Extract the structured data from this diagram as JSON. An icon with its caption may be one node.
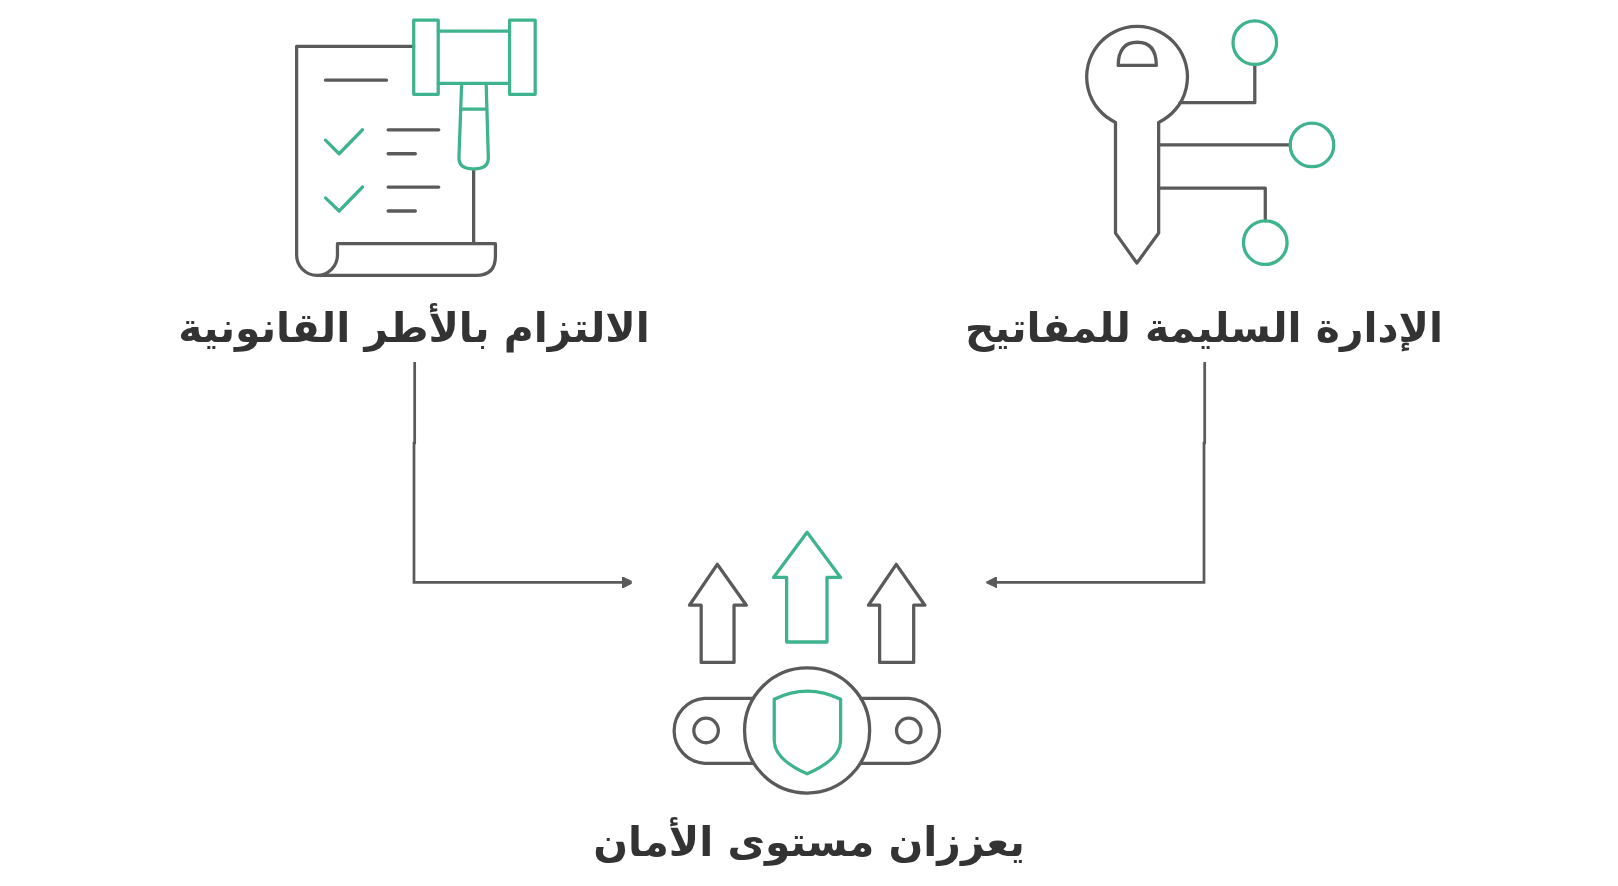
{
  "diagram": {
    "nodes": [
      {
        "text": [
          "الالتزام بالأطر القانونية"
        ]
      },
      {
        "text": [
          "الإدارة السليمة للمفاتيح"
        ]
      },
      {
        "text": [
          "يعززان مستوى الأمان"
        ]
      }
    ],
    "edges": [
      {
        "from": 0,
        "to": 2,
        "arrow": "to"
      },
      {
        "from": 1,
        "to": 2,
        "arrow": "to"
      }
    ]
  }
}
